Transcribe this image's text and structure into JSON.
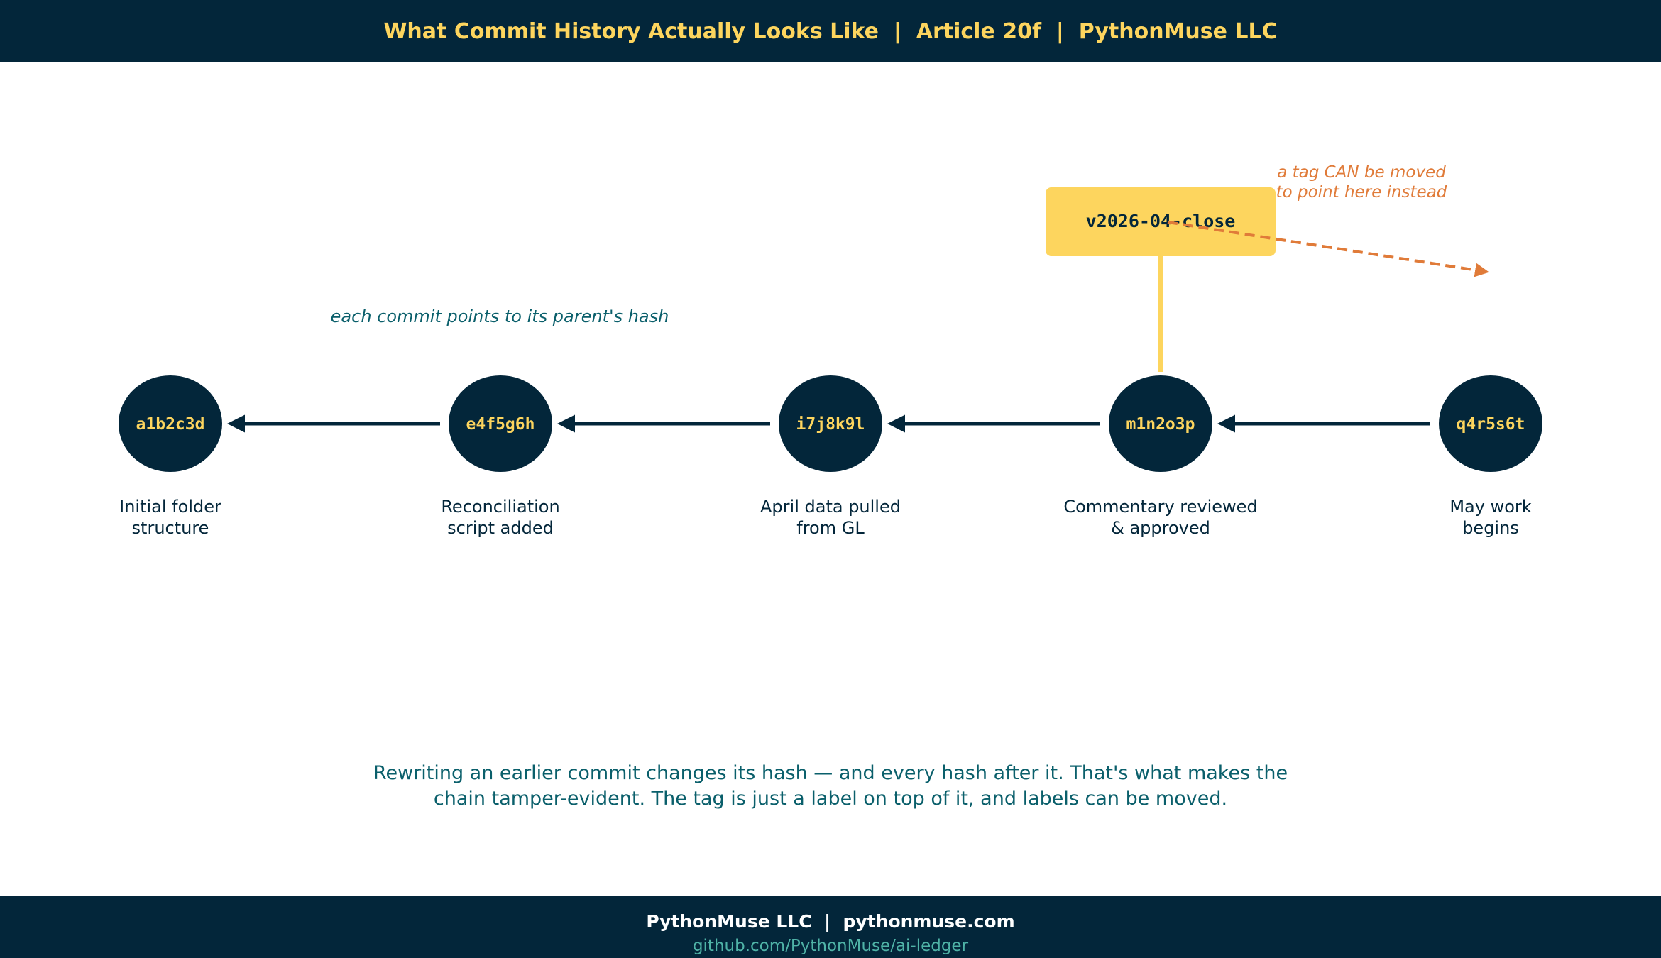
{
  "header": {
    "title": "What Commit History Actually Looks Like  |  Article 20f  |  PythonMuse LLC"
  },
  "colors": {
    "navy": "#03263a",
    "gold": "#fdd55e",
    "teal": "#0a5f6b",
    "orange": "#e07b39",
    "footer_link": "#4fb3a7"
  },
  "diagram": {
    "parent_note": "each commit points to its parent's hash",
    "commits": [
      {
        "hash": "a1b2c3d",
        "desc_lines": [
          "Initial folder",
          "structure"
        ]
      },
      {
        "hash": "e4f5g6h",
        "desc_lines": [
          "Reconciliation",
          "script added"
        ]
      },
      {
        "hash": "i7j8k9l",
        "desc_lines": [
          "April data pulled",
          "from GL"
        ]
      },
      {
        "hash": "m1n2o3p",
        "desc_lines": [
          "Commentary reviewed",
          "& approved"
        ]
      },
      {
        "hash": "q4r5s6t",
        "desc_lines": [
          "May work",
          "begins"
        ]
      }
    ],
    "tag": {
      "label": "v2026-04-close",
      "points_to": "m1n2o3p",
      "move_note_lines": [
        "a tag CAN be moved",
        "to point here instead"
      ]
    },
    "bottom_note_lines": [
      "Rewriting an earlier commit changes its hash — and every hash after it. That's what makes the",
      "chain tamper-evident. The tag is just a label on top of it, and labels can be moved."
    ]
  },
  "footer": {
    "line1": "PythonMuse LLC  |  pythonmuse.com",
    "line2": "github.com/PythonMuse/ai-ledger"
  }
}
